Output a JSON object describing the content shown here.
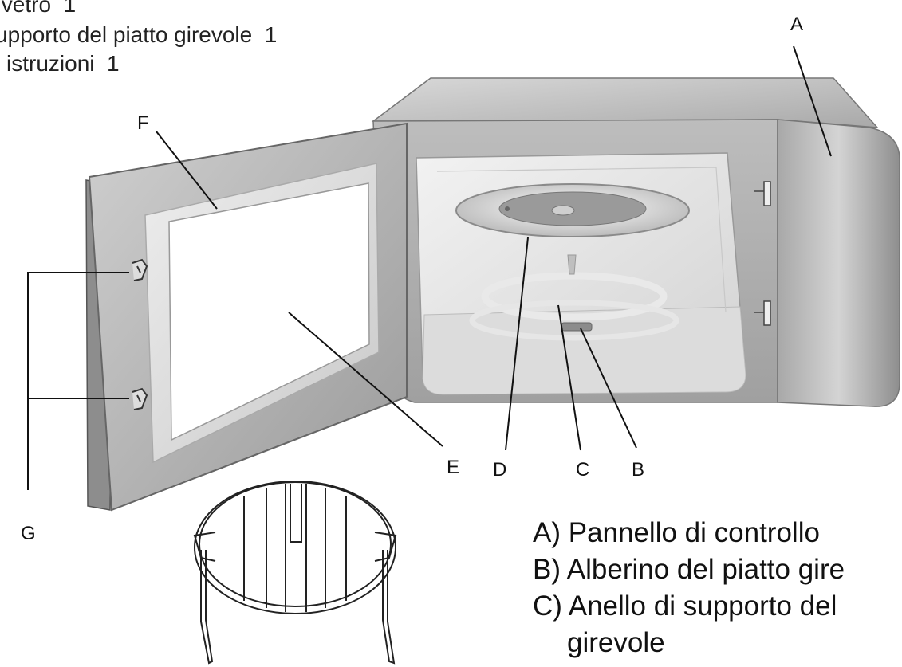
{
  "top_list": {
    "line1": " vetro  1",
    "line2": "upporto del piatto girevole  1",
    "line3": "i istruzioni  1"
  },
  "callouts": {
    "A": "A",
    "B": "B",
    "C": "C",
    "D": "D",
    "E": "E",
    "F": "F",
    "G": "G"
  },
  "legend": {
    "a": "A) Pannello di controllo",
    "b": "B) Alberino del piatto gire",
    "c": "C) Anello di supporto del",
    "c_cont": "girevole"
  },
  "colors": {
    "body_dark": "#8a8a8a",
    "body_mid": "#b4b4b4",
    "body_light": "#e2e2e2",
    "line": "#111111"
  }
}
